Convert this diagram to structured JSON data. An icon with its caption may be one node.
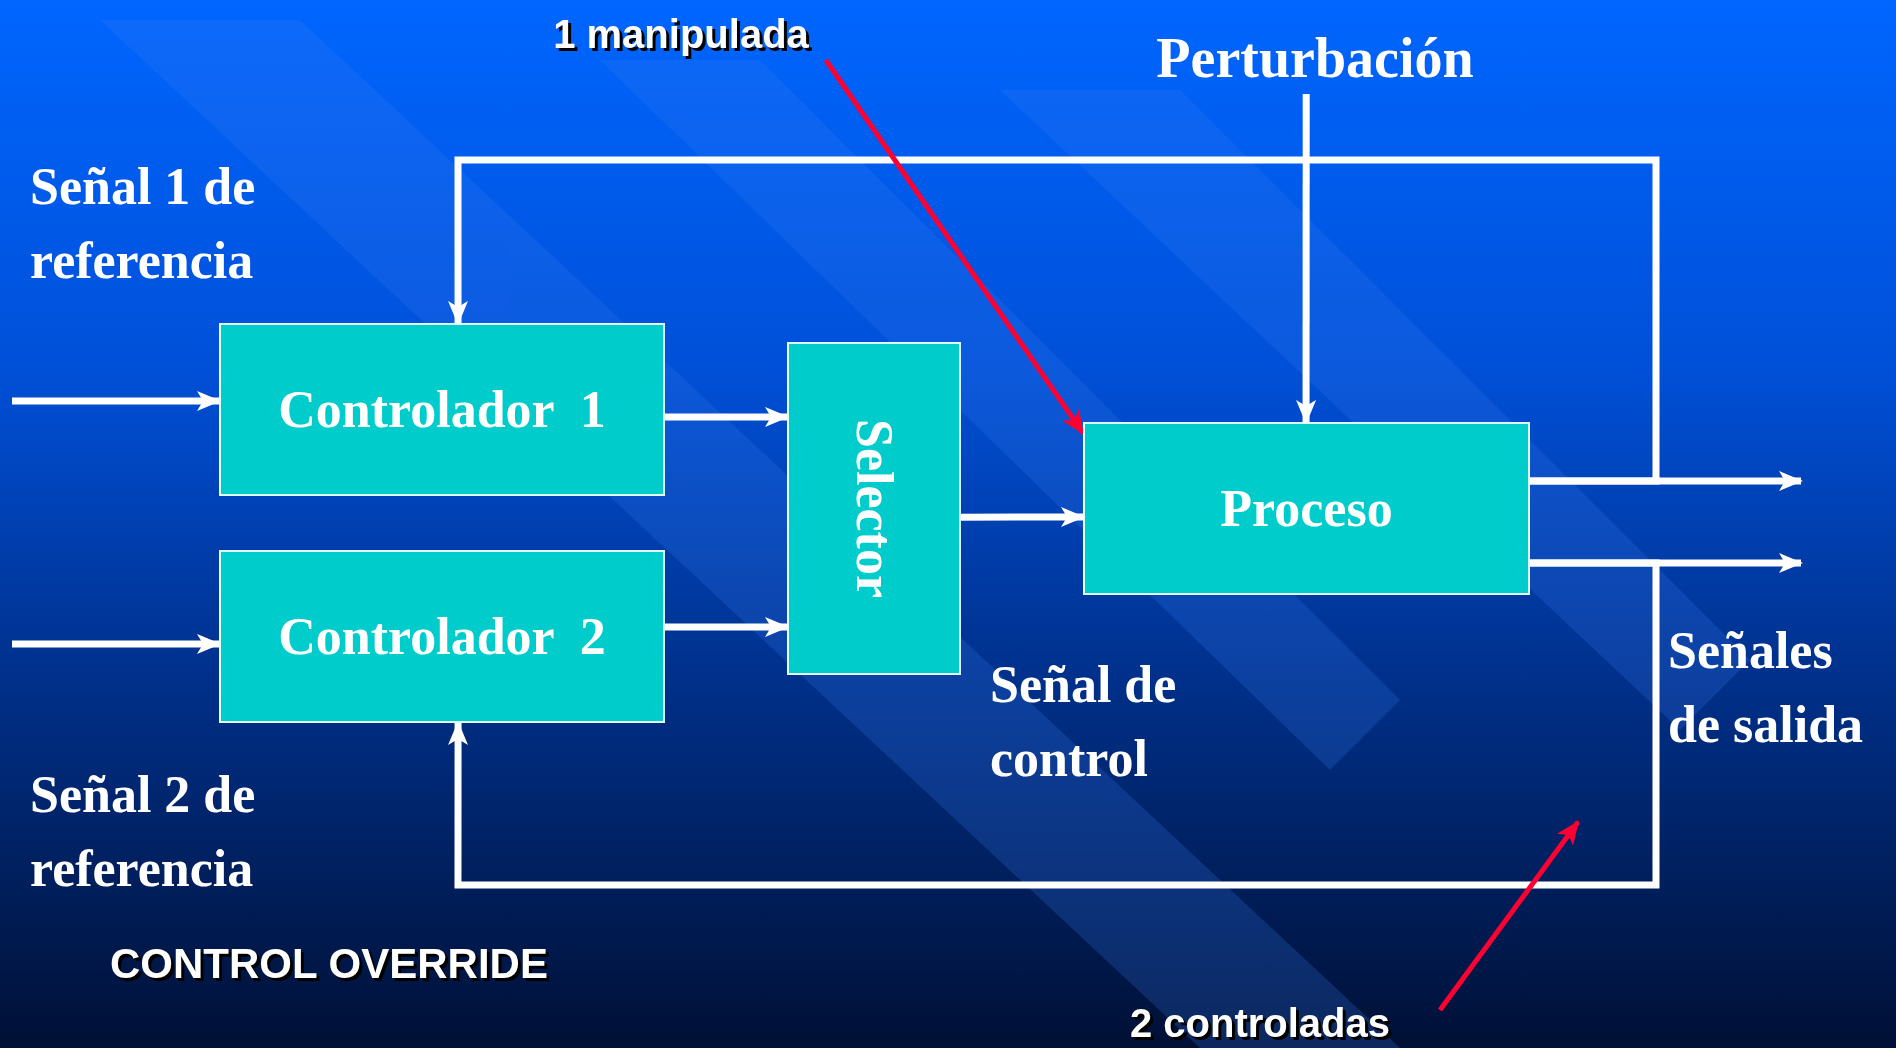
{
  "diagram": {
    "title": "CONTROL OVERRIDE",
    "nodes": [
      {
        "text": [
          "Controlador  1"
        ]
      },
      {
        "text": [
          "Controlador  2"
        ]
      },
      {
        "text": [
          "Selector"
        ]
      },
      {
        "text": [
          "Proceso"
        ]
      },
      {
        "text": [
          "Perturbación"
        ]
      },
      {
        "text": [
          "1 manipulada"
        ]
      },
      {
        "text": [
          "2 controladas"
        ]
      }
    ],
    "edges": [
      {
        "from": null,
        "to": 0,
        "arrow": "to"
      },
      {
        "from": null,
        "to": 1,
        "arrow": "to"
      },
      {
        "from": 0,
        "to": 2,
        "arrow": "to"
      },
      {
        "from": 1,
        "to": 2,
        "arrow": "to"
      },
      {
        "from": 2,
        "to": 3,
        "arrow": "to"
      },
      {
        "from": 4,
        "to": 3,
        "arrow": "to"
      },
      {
        "from": 3,
        "to": null,
        "arrow": "to"
      },
      {
        "from": 3,
        "to": null,
        "arrow": "to"
      },
      {
        "from": 3,
        "to": 0,
        "arrow": "to"
      },
      {
        "from": 3,
        "to": 1,
        "arrow": "to"
      },
      {
        "from": 5,
        "to": 3,
        "arrow": "to",
        "color": "#ff0033"
      },
      {
        "from": 6,
        "to": null,
        "arrow": "to",
        "color": "#ff0033"
      }
    ],
    "labels": [
      "Señal 1 de referencia",
      "Señal 2 de referencia",
      "Señal de control",
      "Señales de salida"
    ]
  }
}
